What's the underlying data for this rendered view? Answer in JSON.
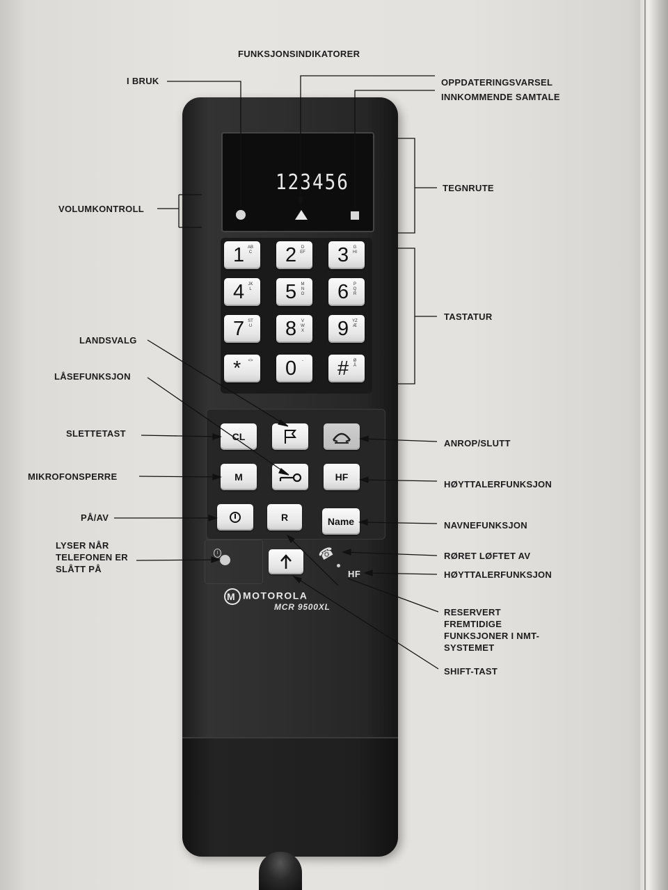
{
  "labels": {
    "funksjonsindikatorer": "FUNKSJONSINDIKATORER",
    "i_bruk": "I BRUK",
    "oppdateringsvarsel": "OPPDATERINGSVARSEL",
    "innkommende_samtale": "INNKOMMENDE SAMTALE",
    "volumkontroll": "VOLUMKONTROLL",
    "tegnrute": "TEGNRUTE",
    "tastatur": "TASTATUR",
    "landsvalg": "LANDSVALG",
    "laasefunksjon": "LÅSEFUNKSJON",
    "slettetast": "SLETTETAST",
    "mikrofonsperre": "MIKROFONSPERRE",
    "paa_av": "PÅ/AV",
    "lyser_naar": "LYSER NÅR TELEFONEN ER SLÅTT PÅ",
    "anrop_slutt": "ANROP/SLUTT",
    "hoyttalerfunksjon": "HØYTTALERFUNKSJON",
    "navnefunksjon": "NAVNEFUNKSJON",
    "roret_loftet": "RØRET LØFTET AV",
    "hoyttalerfunksjon_2": "HØYTTALERFUNKSJON",
    "reservert": "RESERVERT FREMTIDIGE FUNKSJONER I NMT-SYSTEMET",
    "shift_tast": "SHIFT-TAST"
  },
  "phone": {
    "display_text": "123456",
    "brand": "MOTOROLA",
    "model": "MCR 9500XL",
    "hf_indicator": "HF",
    "keys": [
      {
        "digit": "1",
        "sub": "ABC"
      },
      {
        "digit": "2",
        "sub": "DEF"
      },
      {
        "digit": "3",
        "sub": "GHI"
      },
      {
        "digit": "4",
        "sub": "JKL"
      },
      {
        "digit": "5",
        "sub": "MNO"
      },
      {
        "digit": "6",
        "sub": "PQR"
      },
      {
        "digit": "7",
        "sub": "STU"
      },
      {
        "digit": "8",
        "sub": "VWX"
      },
      {
        "digit": "9",
        "sub": "YZÆ"
      },
      {
        "digit": "*",
        "sub": "<>"
      },
      {
        "digit": "0",
        "sub": "-"
      },
      {
        "digit": "#",
        "sub": "ØÅ"
      }
    ],
    "function_keys": {
      "cl": "CL",
      "m": "M",
      "hf": "HF",
      "r": "R",
      "name": "Name"
    }
  },
  "icons": {
    "flag": "flag-icon",
    "key": "key-icon",
    "handset": "handset-icon",
    "power": "power-icon",
    "up_arrow": "up-arrow-icon"
  }
}
